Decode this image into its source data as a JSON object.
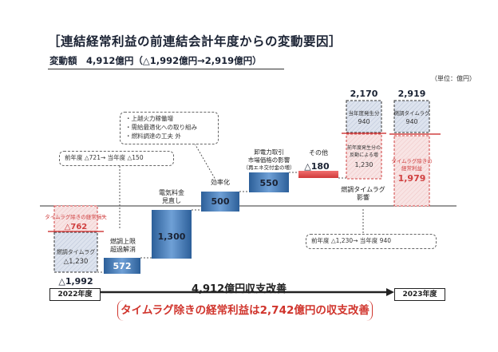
{
  "title": "［連結経常利益の前連結会計年度からの変動要因］",
  "subtitle": "変動額　4,912億円（△1,992億円→2,919億円）",
  "unit": "（単位：億円）",
  "start": {
    "total_label": "△1,992",
    "timelag_excl_label": "タイムラグ除きの経常損失",
    "timelag_excl_value": "△762",
    "timelag_label": "燃調タイムラグ",
    "timelag_value": "△1,230"
  },
  "end_2170": {
    "total_label": "2,170",
    "current_label": "当年度発生分",
    "current_value": "940",
    "prior_label": "前年度発生分の反動による増",
    "prior_value": "1,230"
  },
  "end_2919": {
    "total_label": "2,919",
    "timelag_label": "燃調タイムラグ",
    "timelag_value": "940",
    "excl_label": "タイムラグ除きの経常利益",
    "excl_value": "1,979"
  },
  "chart_data": {
    "type": "bar",
    "subtype": "waterfall",
    "categories": [
      "2022年度",
      "燃調上限超過解消",
      "電気料金見直し",
      "効率化",
      "卸電力取引市場価格の影響（再エネ交付金の増）",
      "その他",
      "燃調タイムラグ影響",
      "2023年度"
    ],
    "values": [
      -1992,
      572,
      1300,
      500,
      550,
      -180,
      2170,
      2919
    ],
    "value_labels": [
      "△1,992",
      "572",
      "1,300",
      "500",
      "550",
      "△180",
      "2,170",
      "2,919"
    ],
    "start_components": [
      {
        "name": "タイムラグ除きの経常損失",
        "value": -762
      },
      {
        "name": "燃調タイムラグ",
        "value": -1230
      }
    ],
    "end_components": [
      {
        "name": "燃調タイムラグ",
        "value": 940
      },
      {
        "name": "タイムラグ除きの経常利益",
        "value": 1979
      }
    ],
    "colors": {
      "increase": "#3a74b4",
      "decrease": "#e04848",
      "timelag": "#cfd8e8",
      "excl": "#f4c8c8"
    }
  },
  "categories_text": {
    "upper_limit": [
      "燃調上限",
      "超過解消"
    ],
    "price_revision": [
      "電気料金",
      "見直し"
    ],
    "efficiency": "効率化",
    "market": [
      "卸電力取引",
      "市場価格の影響",
      "（再エネ交付金の増）"
    ],
    "other": "その他",
    "timelag": [
      "燃調タイムラグ",
      "影響"
    ]
  },
  "notes": {
    "left": "前年度 △721→ 当年度 △150",
    "efficiency": [
      "・上越火力稼働増",
      "・需給最適化への取り組み",
      "・燃料調達の工夫 外"
    ],
    "right": "前年度 △1,230→ 当年度 940"
  },
  "years": {
    "start": "2022年度",
    "end": "2023年度"
  },
  "summary": "4,912億円収支改善",
  "highlight": "タイムラグ除きの経常利益は2,742億円の収支改善"
}
